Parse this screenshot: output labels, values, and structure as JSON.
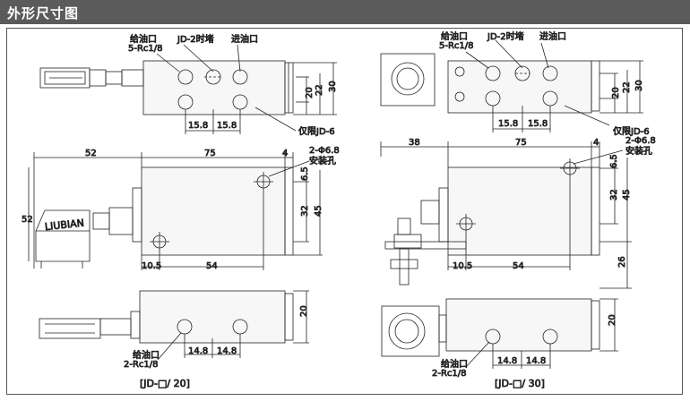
{
  "header": {
    "title": "外形尺寸图"
  },
  "left": {
    "top_labels": {
      "outlet": "给油口",
      "outlet_thread": "5-Rc1/8",
      "plug": "JD-2时堵",
      "inlet": "进油口",
      "only": "仅限JD-6"
    },
    "top_dims": {
      "h20": "20",
      "h22": "22",
      "h30": "30",
      "p1": "15.8",
      "p2": "15.8"
    },
    "mid_dims": {
      "w52": "52",
      "w75": "75",
      "w4": "4",
      "h52": "52",
      "hole": "2-Φ6.8",
      "hole_note": "安装孔",
      "h65": "6.5",
      "h32": "32",
      "h45": "45",
      "b105": "10.5",
      "b54": "54",
      "brand": "LIUBIAN"
    },
    "bot_labels": {
      "outlet": "给油口",
      "thread": "2-Rc1/8",
      "p1": "14.8",
      "p2": "14.8",
      "h20": "20"
    },
    "caption": "[JD-□/ 20]"
  },
  "right": {
    "top_labels": {
      "outlet": "给油口",
      "outlet_thread": "5-Rc1/8",
      "plug": "JD-2时堵",
      "inlet": "进油口",
      "only": "仅限JD-6"
    },
    "top_dims": {
      "h20": "20",
      "h22": "22",
      "h30": "30",
      "p1": "15.8",
      "p2": "15.8"
    },
    "mid_dims": {
      "w38": "38",
      "w75": "75",
      "w4": "4",
      "hole": "2-Φ6.8",
      "hole_note": "安装孔",
      "h65": "6.5",
      "h32": "32",
      "h45": "45",
      "b105": "10.5",
      "b54": "54",
      "h26": "26"
    },
    "bot_labels": {
      "outlet": "给油口",
      "thread": "2-Rc1/8",
      "p1": "14.8",
      "p2": "14.8",
      "h20": "20"
    },
    "caption": "[JD-□/ 30]"
  }
}
